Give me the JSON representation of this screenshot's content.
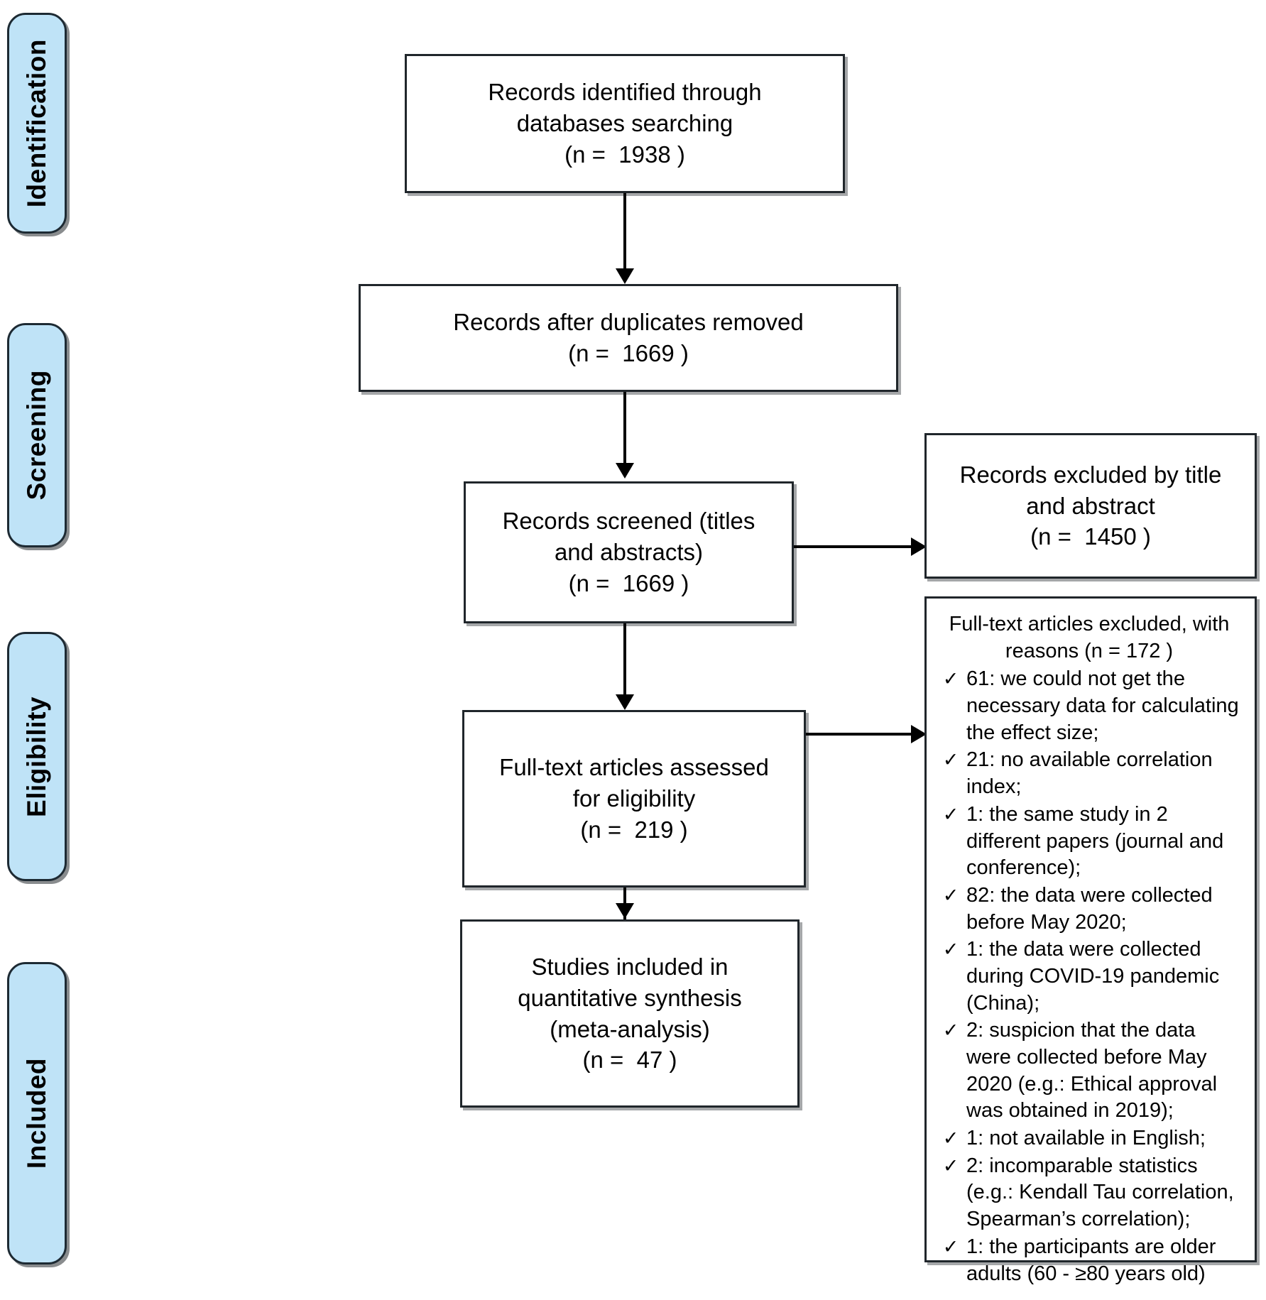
{
  "diagram": {
    "title": "PRISMA flow diagram",
    "accent_color": "#bfe3f7",
    "border_color": "#20262b",
    "line_color": "#000000"
  },
  "stages": [
    {
      "label": "Identification"
    },
    {
      "label": "Screening"
    },
    {
      "label": "Eligibility"
    },
    {
      "label": "Included"
    }
  ],
  "boxes": {
    "identified": {
      "line1": "Records identified through",
      "line2": "databases searching",
      "line3": "(n =  1938 )",
      "n": 1938
    },
    "duplicates_removed": {
      "line1": "Records after duplicates removed",
      "line2": "(n =  1669 )",
      "n": 1669
    },
    "screened": {
      "line1": "Records screened (titles",
      "line2": "and abstracts)",
      "line3": "(n =  1669 )",
      "n": 1669
    },
    "excluded_title_abstract": {
      "line1": "Records excluded by title",
      "line2": "and abstract",
      "line3": "(n =  1450 )",
      "n": 1450
    },
    "fulltext_assessed": {
      "line1": "Full-text articles assessed",
      "line2": "for eligibility",
      "line3": "(n =  219 )",
      "n": 219
    },
    "included": {
      "line1": "Studies included in",
      "line2": "quantitative synthesis",
      "line3": "(meta-analysis)",
      "line4": "(n =  47 )",
      "n": 47
    }
  },
  "reasons": {
    "heading_line1": "Full-text articles excluded, with",
    "heading_line2": "reasons (n = 172   )",
    "n": 172,
    "check_glyph": "✓",
    "items": [
      {
        "count": 61,
        "text": "61: we could not get the necessary data for calculating the effect size;"
      },
      {
        "count": 21,
        "text": "21: no available correlation index;"
      },
      {
        "count": 1,
        "text": "1: the same study in 2 different papers (journal and conference);"
      },
      {
        "count": 82,
        "text": "82: the data were collected before May 2020;"
      },
      {
        "count": 1,
        "text": "1: the data were collected during COVID-19 pandemic (China);"
      },
      {
        "count": 2,
        "text": "2: suspicion that the data were collected before May 2020 (e.g.: Ethical approval was obtained in 2019);"
      },
      {
        "count": 1,
        "text": "1: not available in English;"
      },
      {
        "count": 2,
        "text": "2: incomparable statistics (e.g.: Kendall Tau correlation, Spearman’s correlation);"
      },
      {
        "count": 1,
        "text": "1: the participants are older adults (60 - ≥80 years old)"
      }
    ]
  }
}
